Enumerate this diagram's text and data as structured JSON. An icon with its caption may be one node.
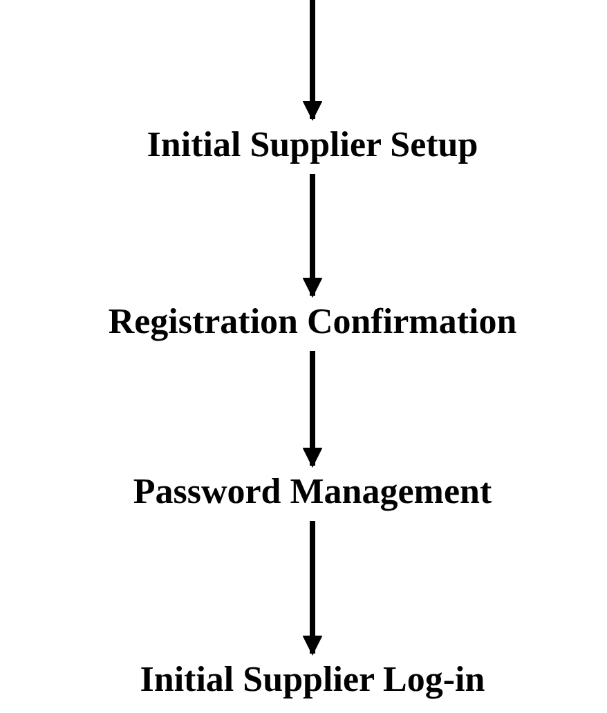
{
  "diagram": {
    "nodes": [
      {
        "text": [
          "Initial Supplier Setup"
        ]
      },
      {
        "text": [
          "Registration Confirmation"
        ]
      },
      {
        "text": [
          "Password Management"
        ]
      },
      {
        "text": [
          "Initial Supplier Log-in"
        ]
      }
    ],
    "edges": [
      {
        "from": null,
        "to": 0,
        "arrow": "to"
      },
      {
        "from": 0,
        "to": 1,
        "arrow": "to"
      },
      {
        "from": 1,
        "to": 2,
        "arrow": "to"
      },
      {
        "from": 2,
        "to": 3,
        "arrow": "to"
      }
    ]
  }
}
